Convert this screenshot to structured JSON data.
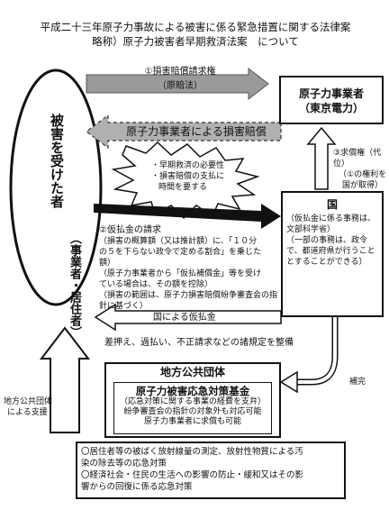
{
  "title": {
    "line1": "平成二十三年原子力事故による被害に係る緊急措置に関する法律案",
    "line2": "略称）原子力被害者早期救済法案　について"
  },
  "victim": {
    "main": "被害を受けた者",
    "sub": "（事業者・居住者）"
  },
  "arrows": {
    "claim_line1": "①損害賠償請求権",
    "claim_line2": "（原賠法）",
    "compensation": "原子力事業者による損害賠償",
    "provisional": "国による仮払金",
    "local_support_line1": "地方公共団体",
    "local_support_line2": "による支援",
    "supplement": "補完"
  },
  "problems": {
    "items": [
      "・早期救済の必要性",
      "・損害賠償の支払に",
      "時間を要する"
    ]
  },
  "operator": {
    "line1": "原子力事業者",
    "line2": "（東京電力）"
  },
  "reimbursement": {
    "line1": "③求償権（代位）",
    "line2": "（①の権利を",
    "line3": "国が取得）"
  },
  "state": {
    "heading": "国",
    "lines": [
      "（仮払金に係る事務は、",
      "文部科学省）",
      "（一部の事務は、政令",
      "で、都道府県が行うこと",
      "とすることができる）"
    ]
  },
  "provisional_request": {
    "lines": [
      "②仮払金の請求",
      "（損害の概算額（又は推計額）に、「１０分",
      "の５を下らない政令で定める割合」を乗じた",
      "額）",
      "（原子力事業者から「仮払補償金」等を受け",
      "ている場合は、その額を控除）",
      "（損害の範囲は、原子力損害賠償紛争審査会の指",
      "針に基づく）"
    ]
  },
  "rules": "差押え、過払い、不正請求などの諸規定を整備",
  "local_gov": {
    "header": "地方公共団体",
    "fund_title": "原子力被害応急対策基金",
    "fund_lines": [
      "（応急対策に関する事業の経費を支弁）",
      "紛争審査会の指針の対象外も対応可能",
      "原子力事業者に求償も可能"
    ]
  },
  "measures": {
    "lines": [
      "〇居住者等の被ばく放射線量の測定、放射性物質による汚",
      "染の除去等の応急対策",
      "〇経済社会・住民の生活への影響の防止・緩和又はその影",
      "響からの回復に係る応急対策"
    ]
  }
}
